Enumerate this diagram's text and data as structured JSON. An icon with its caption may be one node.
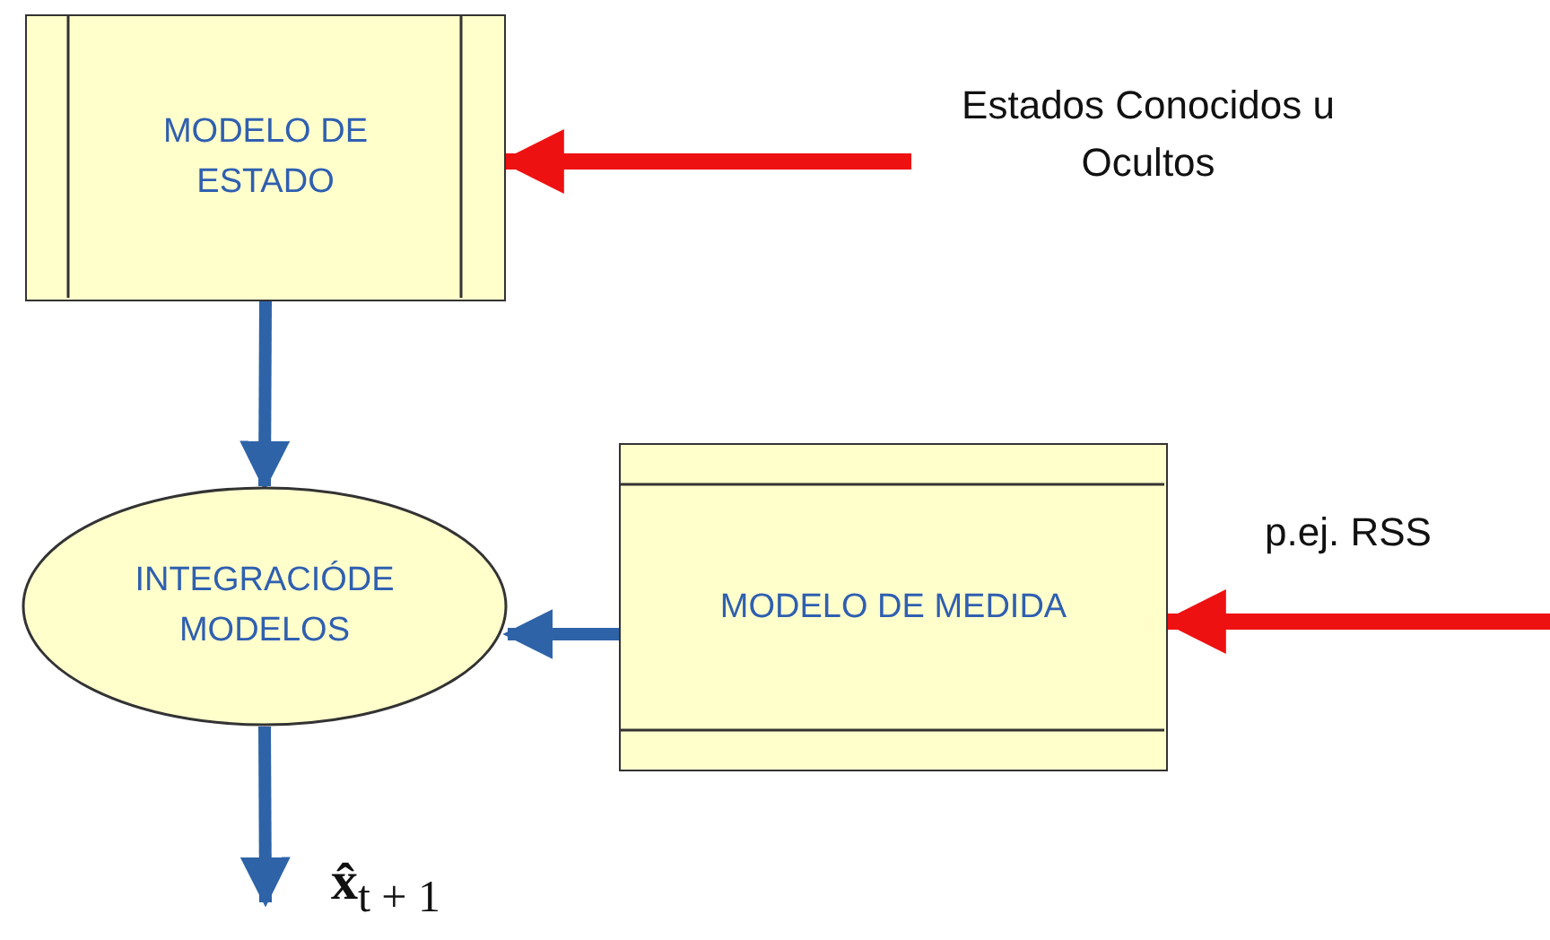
{
  "diagram": {
    "nodes": [
      {
        "text": [
          "MODELO DE ESTADO"
        ]
      },
      {
        "text": [
          "Estados Conocidos u Ocultos"
        ]
      },
      {
        "text": [
          "INTEGRACIÓDE MODELOS"
        ]
      },
      {
        "text": [
          "MODELO DE MEDIDA"
        ]
      },
      {
        "text": [
          "**x̂**$_{t + 1}$"
        ]
      }
    ],
    "edges": [
      {
        "from": 1,
        "to": 0,
        "arrow": "to",
        "color": "#ee1111"
      },
      {
        "from": 0,
        "to": 2,
        "arrow": "to"
      },
      {
        "from": 3,
        "to": 2,
        "arrow": "to"
      },
      {
        "from": null,
        "to": 3,
        "arrow": "to",
        "color": "#ee1111",
        "label": "p.ej. RSS"
      },
      {
        "from": 2,
        "to": 4,
        "arrow": "to"
      }
    ]
  }
}
